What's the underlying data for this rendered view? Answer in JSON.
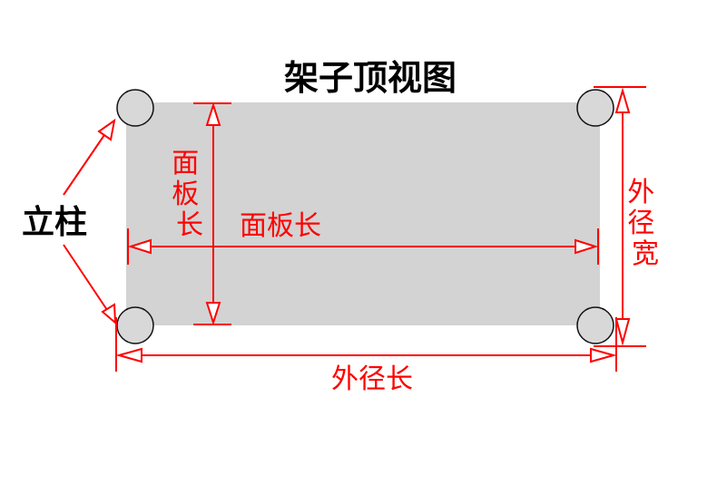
{
  "diagram": {
    "title": "架子顶视图",
    "post_label": "立柱",
    "panel_length_label": "面板长",
    "panel_width_label": [
      "面",
      "板",
      "长"
    ],
    "outer_width_label": [
      "外",
      "径",
      "宽"
    ],
    "outer_length_label": "外径长"
  },
  "colors": {
    "panel_fill": "#d3d3d3",
    "post_fill": "#d8d8d8",
    "post_stroke": "#111111",
    "dimension": "#ff0000",
    "title": "#000000"
  }
}
